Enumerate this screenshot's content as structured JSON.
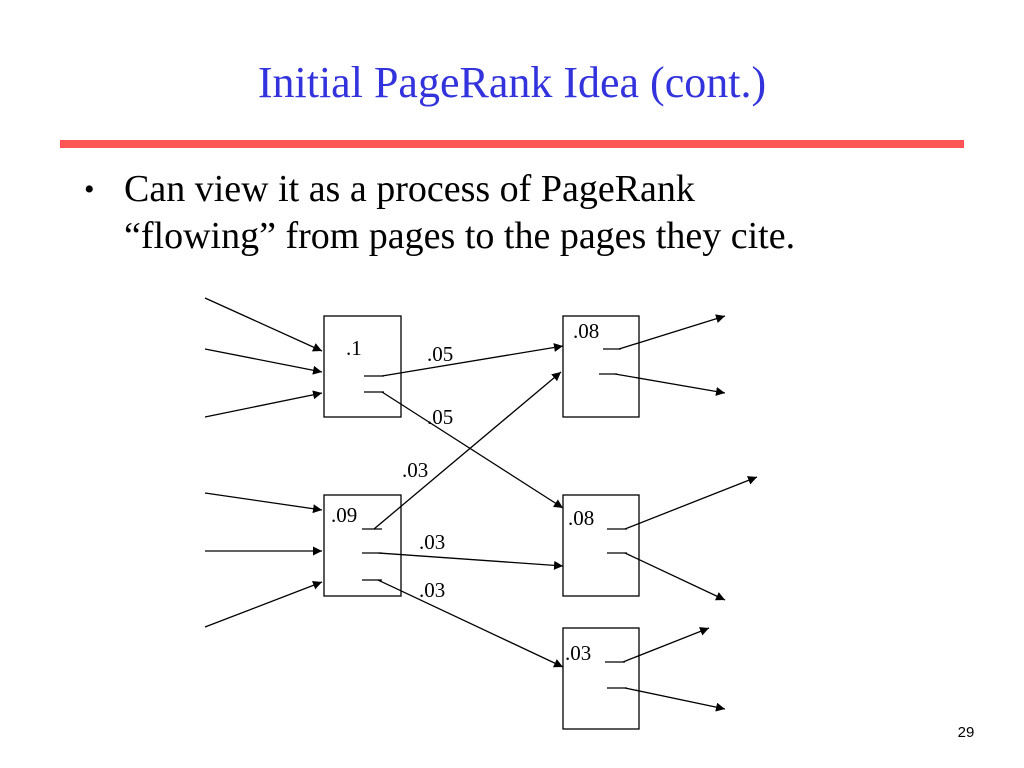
{
  "slide": {
    "title": "Initial PageRank Idea (cont.)",
    "bullet_lines": [
      "Can view it as a process of PageRank",
      "“flowing” from pages to the pages they cite."
    ],
    "page_number": "29"
  },
  "colors": {
    "title": "#3333dd",
    "rule": "#ff5555",
    "ink": "#000000"
  },
  "diagram": {
    "nodes": [
      {
        "id": "a",
        "rank": ".1"
      },
      {
        "id": "b",
        "rank": ".09"
      },
      {
        "id": "c",
        "rank": ".08"
      },
      {
        "id": "d",
        "rank": ".08"
      },
      {
        "id": "e",
        "rank": ".03"
      }
    ],
    "edges": [
      {
        "from": "a",
        "to": "c",
        "flow": ".05"
      },
      {
        "from": "a",
        "to": "d",
        "flow": ".05"
      },
      {
        "from": "b",
        "to": "c",
        "flow": ".03"
      },
      {
        "from": "b",
        "to": "d",
        "flow": ".03"
      },
      {
        "from": "b",
        "to": "e",
        "flow": ".03"
      }
    ]
  }
}
